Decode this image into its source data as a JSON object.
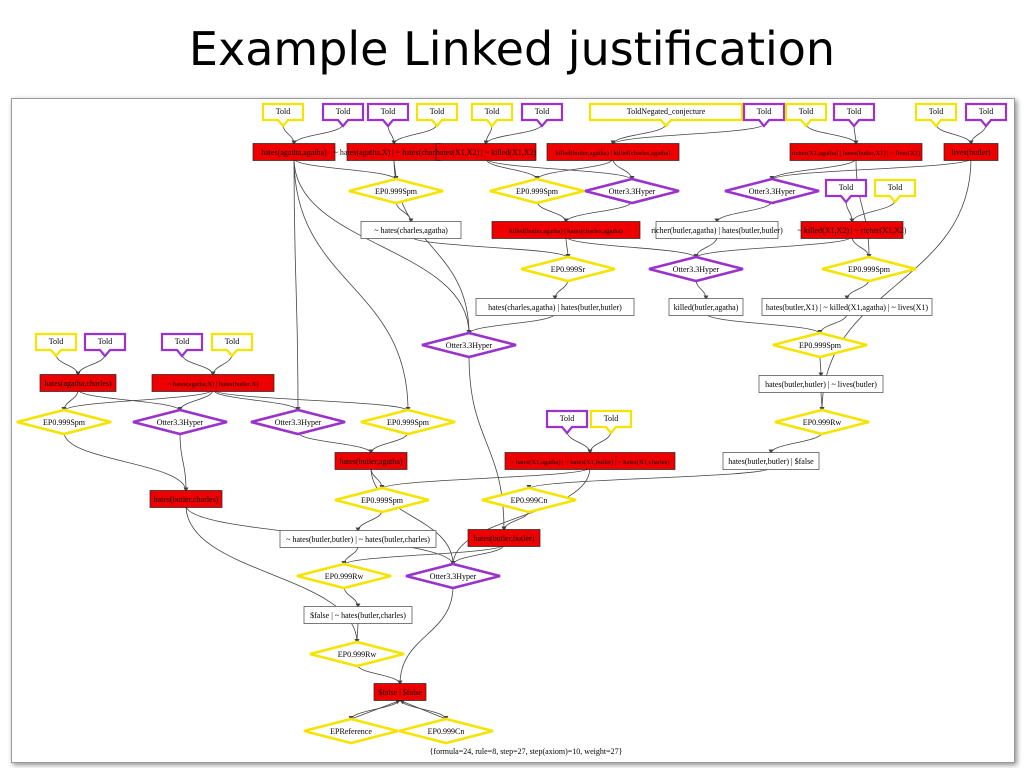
{
  "slide": {
    "title": "Example Linked justification"
  },
  "colors": {
    "told_border": "#f5e400",
    "told_hyper_border": "#9933cc",
    "clause_fill": "#ee0000",
    "inference_yellow": "#f5e400",
    "inference_purple": "#9933cc",
    "edge": "#444444"
  },
  "graph": {
    "told_nodes": [
      {
        "id": "t1",
        "label": "Told",
        "style": "yellow"
      },
      {
        "id": "t2",
        "label": "Told",
        "style": "purple"
      },
      {
        "id": "t3",
        "label": "Told",
        "style": "purple"
      },
      {
        "id": "t4",
        "label": "Told",
        "style": "yellow"
      },
      {
        "id": "t5",
        "label": "Told",
        "style": "yellow"
      },
      {
        "id": "t6",
        "label": "Told",
        "style": "purple"
      },
      {
        "id": "t7",
        "label": "ToldNegated_conjecture",
        "style": "yellow"
      },
      {
        "id": "t8",
        "label": "Told",
        "style": "purple"
      },
      {
        "id": "t9",
        "label": "Told",
        "style": "yellow"
      },
      {
        "id": "t10",
        "label": "Told",
        "style": "purple"
      },
      {
        "id": "t11",
        "label": "Told",
        "style": "yellow"
      },
      {
        "id": "t12",
        "label": "Told",
        "style": "purple"
      },
      {
        "id": "t13",
        "label": "Told",
        "style": "purple"
      },
      {
        "id": "t14",
        "label": "Told",
        "style": "yellow"
      },
      {
        "id": "t15",
        "label": "Told",
        "style": "yellow"
      },
      {
        "id": "t16",
        "label": "Told",
        "style": "purple"
      },
      {
        "id": "t17",
        "label": "Told",
        "style": "purple"
      },
      {
        "id": "t18",
        "label": "Told",
        "style": "yellow"
      },
      {
        "id": "t19",
        "label": "Told",
        "style": "purple"
      },
      {
        "id": "t20",
        "label": "Told",
        "style": "yellow"
      }
    ],
    "clause_nodes": [
      {
        "id": "c1",
        "label": "hates(agatha,agatha)"
      },
      {
        "id": "c2",
        "label": "~ hates(agatha,X) | ~ hates(charles,X)"
      },
      {
        "id": "c3",
        "label": "hates(X1,X2) | ~ killed(X1,X2)"
      },
      {
        "id": "c4",
        "label": "killed(butler,agatha) | killed(charles,agatha)"
      },
      {
        "id": "c5",
        "label": "richer(X1,agatha) | hates(butler,X1) | ~ lives(X1)"
      },
      {
        "id": "c6",
        "label": "lives(butler)"
      },
      {
        "id": "c7",
        "label": "killed(butler,agatha) | hates(charles,agatha)"
      },
      {
        "id": "c8",
        "label": "~ killed(X1,X2) | ~ richer(X1,X2)"
      },
      {
        "id": "c9",
        "label": "hates(agatha,charles)"
      },
      {
        "id": "c10",
        "label": "~ hates(agatha,X) | hates(butler,X)"
      },
      {
        "id": "c11",
        "label": "hates(butler,agatha)"
      },
      {
        "id": "c12",
        "label": "~ hates(X1,agatha) | ~ hates(X1,butler) | ~ hates(X1,charles)"
      },
      {
        "id": "c13",
        "label": "hates(butler,charles)"
      },
      {
        "id": "c14",
        "label": "hates(butler,butler)"
      },
      {
        "id": "c15",
        "label": "$false | $false"
      }
    ],
    "plain_nodes": [
      {
        "id": "p1",
        "label": "~ hates(charles,agatha)"
      },
      {
        "id": "p2",
        "label": "richer(butler,agatha) | hates(butler,butler)"
      },
      {
        "id": "p3",
        "label": "hates(charles,agatha) | hates(butler,butler)"
      },
      {
        "id": "p4",
        "label": "killed(butler,agatha)"
      },
      {
        "id": "p5",
        "label": "hates(butler,X1) | ~ killed(X1,agatha) | ~ lives(X1)"
      },
      {
        "id": "p6",
        "label": "hates(butler,butler) | ~ lives(butler)"
      },
      {
        "id": "p7",
        "label": "hates(butler,butler) | $false"
      },
      {
        "id": "p8",
        "label": "~ hates(butler,butler) | ~ hates(butler,charles)"
      },
      {
        "id": "p9",
        "label": "$false | ~ hates(butler,charles)"
      }
    ],
    "inference_nodes": [
      {
        "id": "i1",
        "label": "EP0.999Spm",
        "style": "yellow"
      },
      {
        "id": "i2",
        "label": "EP0.999Spm",
        "style": "yellow"
      },
      {
        "id": "i3",
        "label": "Otter3.3Hyper",
        "style": "purple"
      },
      {
        "id": "i4",
        "label": "Otter3.3Hyper",
        "style": "purple"
      },
      {
        "id": "i5",
        "label": "EP0.999Sr",
        "style": "yellow"
      },
      {
        "id": "i6",
        "label": "Otter3.3Hyper",
        "style": "purple"
      },
      {
        "id": "i7",
        "label": "EP0.999Spm",
        "style": "yellow"
      },
      {
        "id": "i8",
        "label": "Otter3.3Hyper",
        "style": "purple"
      },
      {
        "id": "i9",
        "label": "EP0.999Spm",
        "style": "yellow"
      },
      {
        "id": "i10",
        "label": "EP0.999Spm",
        "style": "yellow"
      },
      {
        "id": "i11",
        "label": "Otter3.3Hyper",
        "style": "purple"
      },
      {
        "id": "i12",
        "label": "Otter3.3Hyper",
        "style": "purple"
      },
      {
        "id": "i13",
        "label": "EP0.999Spm",
        "style": "yellow"
      },
      {
        "id": "i14",
        "label": "EP0.999Rw",
        "style": "yellow"
      },
      {
        "id": "i15",
        "label": "EP0.999Spm",
        "style": "yellow"
      },
      {
        "id": "i16",
        "label": "EP0.999Cn",
        "style": "yellow"
      },
      {
        "id": "i17",
        "label": "EP0.999Rw",
        "style": "yellow"
      },
      {
        "id": "i18",
        "label": "Otter3.3Hyper",
        "style": "purple"
      },
      {
        "id": "i19",
        "label": "EP0.999Rw",
        "style": "yellow"
      },
      {
        "id": "i20",
        "label": "EPReference",
        "style": "yellow"
      },
      {
        "id": "i21",
        "label": "EP0.999Cn",
        "style": "yellow"
      }
    ],
    "stats": "{formula=24, rule=8, step=27, step(axiom)=10, weight=27}"
  }
}
